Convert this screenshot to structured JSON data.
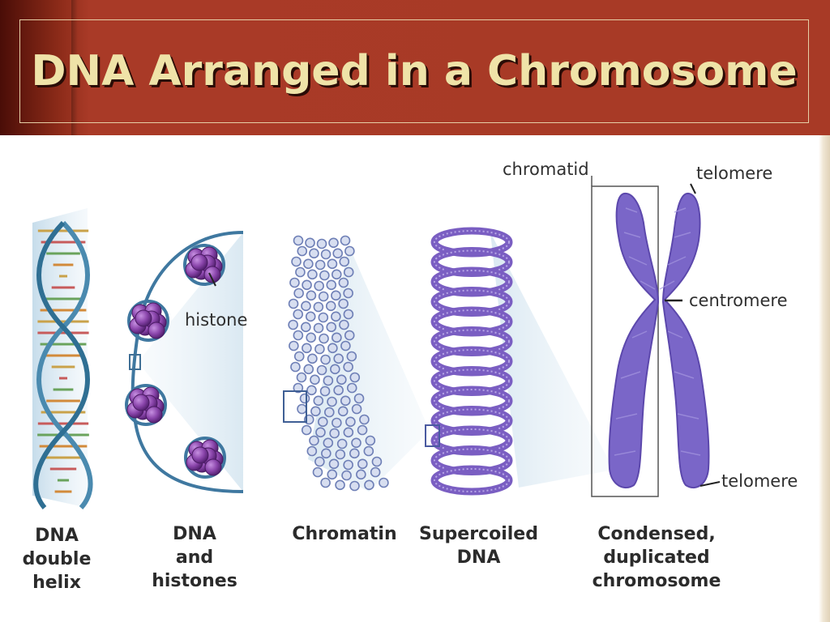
{
  "slide": {
    "title": "DNA Arranged in a Chromosome"
  },
  "colors": {
    "header": "#a83a26",
    "title_text": "#efe3a8",
    "helix_strand": "#4a8aaf",
    "histone": "#7d3fa0",
    "chromatin": "#6e7fb6",
    "supercoil": "#7a5ec2",
    "chromosome": "#7a66c8",
    "zoom_wedge": "#b8d4e6"
  },
  "diagram": {
    "stages": [
      {
        "caption": "DNA\ndouble\nhelix"
      },
      {
        "caption": "DNA\nand\nhistones"
      },
      {
        "caption": "Chromatin"
      },
      {
        "caption": "Supercoiled\nDNA"
      },
      {
        "caption": "Condensed,\nduplicated\nchromosome"
      }
    ],
    "labels": {
      "histone": "histone",
      "chromatid": "chromatid",
      "telomere_top": "telomere",
      "centromere": "centromere",
      "telomere_bottom": "telomere"
    }
  }
}
